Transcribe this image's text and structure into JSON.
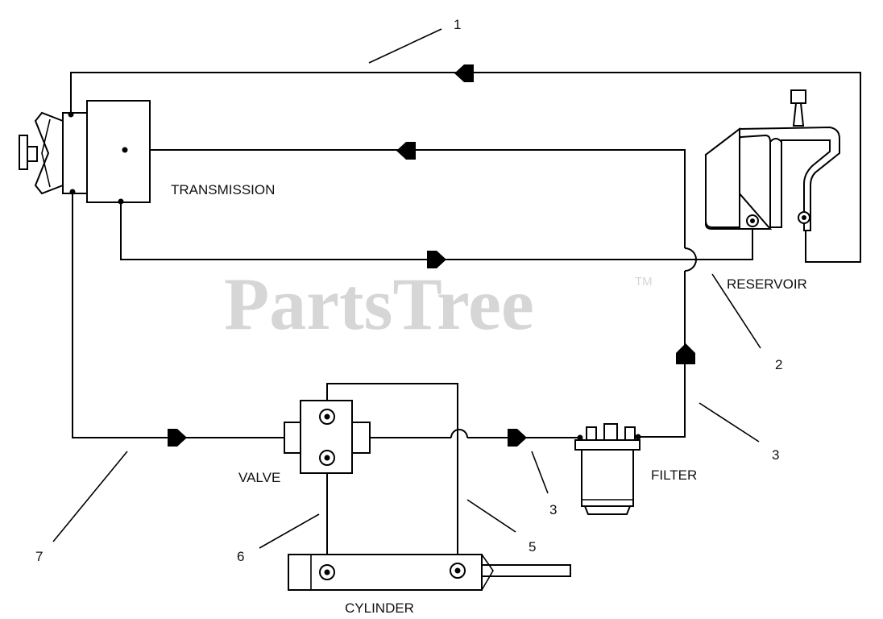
{
  "labels": {
    "transmission": "TRANSMISSION",
    "reservoir": "RESERVOIR",
    "valve": "VALVE",
    "filter": "FILTER",
    "cylinder": "CYLINDER"
  },
  "callouts": [
    "1",
    "2",
    "3",
    "3",
    "5",
    "6",
    "7"
  ],
  "watermark": {
    "text": "PartsTree",
    "trademark": "TM"
  },
  "colors": {
    "line": "#000000",
    "watermark": "#d6d6d6",
    "background": "#ffffff"
  }
}
